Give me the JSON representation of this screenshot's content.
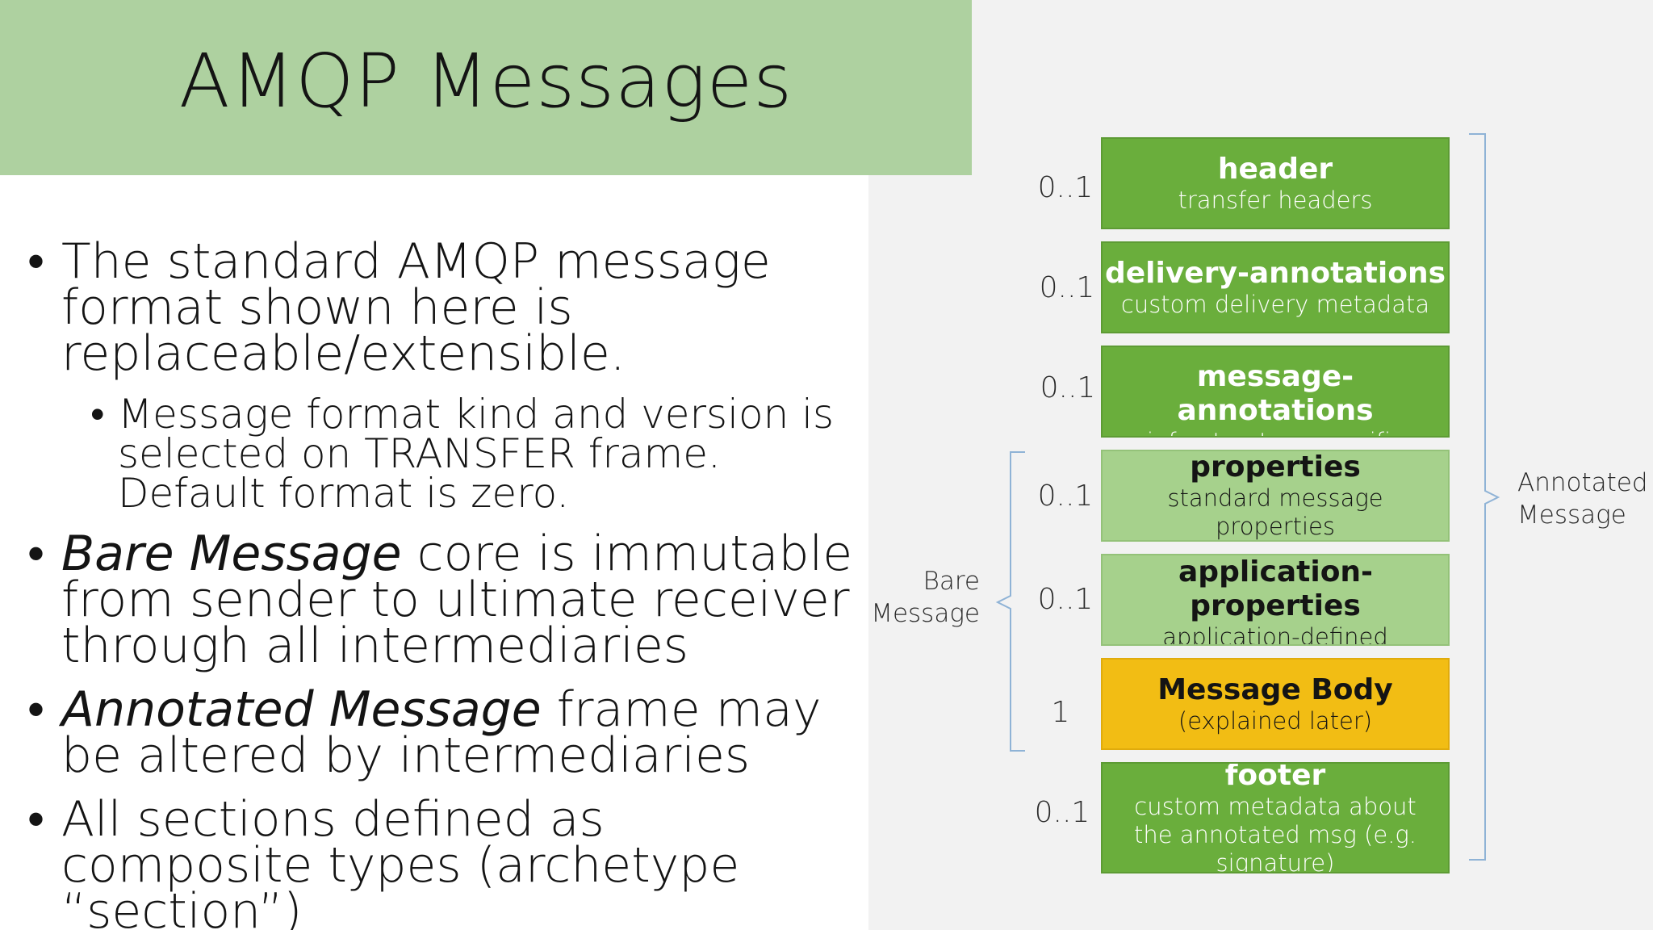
{
  "slide": {
    "title": "AMQP Messages",
    "bullets": {
      "b1": "The standard AMQP message format shown here is replaceable/extensible.",
      "b1_sub": "Message format kind and version is selected on TRANSFER frame. Default format is zero.",
      "b2_em": "Bare Message",
      "b2_rest": " core is immutable from sender to ultimate receiver through all intermediaries",
      "b3_em": "Annotated Message",
      "b3_rest": " frame may be altered by intermediaries",
      "b4": "All sections defined as composite types (archetype “section”)"
    }
  },
  "diagram": {
    "sections": [
      {
        "title": "header",
        "subtitle": "transfer headers",
        "cardinality": "0..1"
      },
      {
        "title": "delivery-annotations",
        "subtitle": "custom delivery metadata",
        "cardinality": "0..1"
      },
      {
        "title": "message-annotations",
        "subtitle": "infrastructure-specific properties",
        "cardinality": "0..1"
      },
      {
        "title": "properties",
        "subtitle": "standard message properties",
        "cardinality": "0..1"
      },
      {
        "title": "application-properties",
        "subtitle": "application-defined metadata",
        "cardinality": "0..1"
      },
      {
        "title": "Message Body",
        "subtitle": "(explained later)",
        "cardinality": "1"
      },
      {
        "title": "footer",
        "subtitle": "custom metadata about the annotated msg (e.g. signature)",
        "cardinality": "0..1"
      }
    ],
    "bare_label": "Bare Message",
    "annotated_label": "Annotated Message",
    "colors": {
      "section": "#6aae3c",
      "bare_section": "#a6d18c",
      "body": "#f2bd14",
      "bracket": "#8fb3d6"
    }
  }
}
